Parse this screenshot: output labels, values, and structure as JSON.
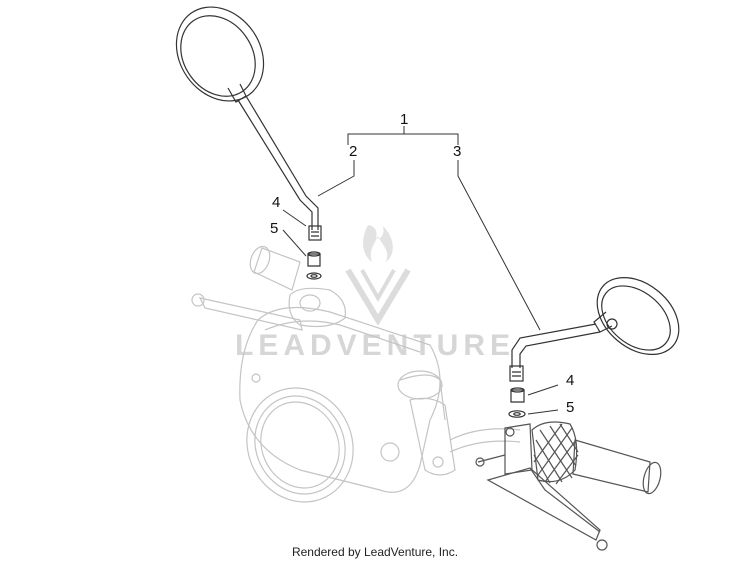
{
  "callouts": {
    "c1": "1",
    "c2": "2",
    "c3": "3",
    "c4_left": "4",
    "c5_left": "5",
    "c4_right": "4",
    "c5_right": "5"
  },
  "watermark": {
    "text": "LEADVENTURE"
  },
  "footer": {
    "text": "Rendered by LeadVenture, Inc."
  },
  "colors": {
    "line": "#333333",
    "ghost": "#c4c4c4",
    "watermark": "#d6d6d6"
  }
}
